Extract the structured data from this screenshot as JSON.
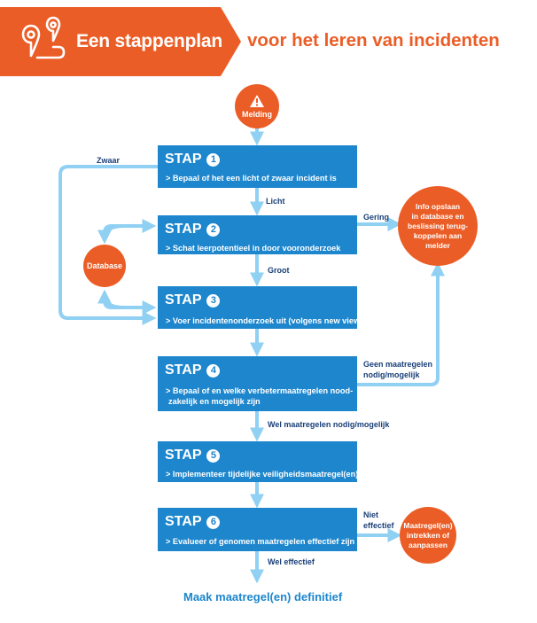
{
  "header": {
    "title": "Een stappenplan",
    "subtitle": "voor het leren van incidenten",
    "icon": "route-pin-icon"
  },
  "colors": {
    "orange": "#eb5d26",
    "blue": "#1d86cd",
    "line": "#8fd0f3",
    "label": "#1a3f78"
  },
  "start": {
    "label": "Melding",
    "icon": "warning-icon"
  },
  "steps": [
    {
      "head": "STAP",
      "num": "1",
      "lines": [
        "> Bepaal of het een licht of zwaar incident is"
      ]
    },
    {
      "head": "STAP",
      "num": "2",
      "lines": [
        "> Schat leerpotentieel in door vooronderzoek"
      ]
    },
    {
      "head": "STAP",
      "num": "3",
      "lines": [
        "> Voer incidentenonderzoek uit (volgens new view)"
      ]
    },
    {
      "head": "STAP",
      "num": "4",
      "lines": [
        "> Bepaal of en welke verbetermaatregelen nood-",
        "zakelijk en mogelijk zijn"
      ]
    },
    {
      "head": "STAP",
      "num": "5",
      "lines": [
        "> Implementeer tijdelijke veiligheidsmaatregel(en)"
      ]
    },
    {
      "head": "STAP",
      "num": "6",
      "lines": [
        "> Evalueer of genomen maatregelen effectief zijn"
      ]
    }
  ],
  "database": {
    "label": "Database"
  },
  "info": {
    "lines": [
      "Info opslaan",
      "in database en",
      "beslissing terug-",
      "koppelen aan",
      "melder"
    ]
  },
  "adjust": {
    "lines": [
      "Maatregel(en)",
      "intrekken of",
      "aanpassen"
    ]
  },
  "labels": {
    "zwaar": "Zwaar",
    "licht": "Licht",
    "gering": "Gering",
    "groot": "Groot",
    "geen": [
      "Geen maatregelen",
      "nodig/mogelijk"
    ],
    "wel": "Wel maatregelen nodig/mogelijk",
    "niet": [
      "Niet",
      "effectief"
    ],
    "weleffectief": "Wel effectief"
  },
  "final": "Maak maatregel(en) definitief"
}
